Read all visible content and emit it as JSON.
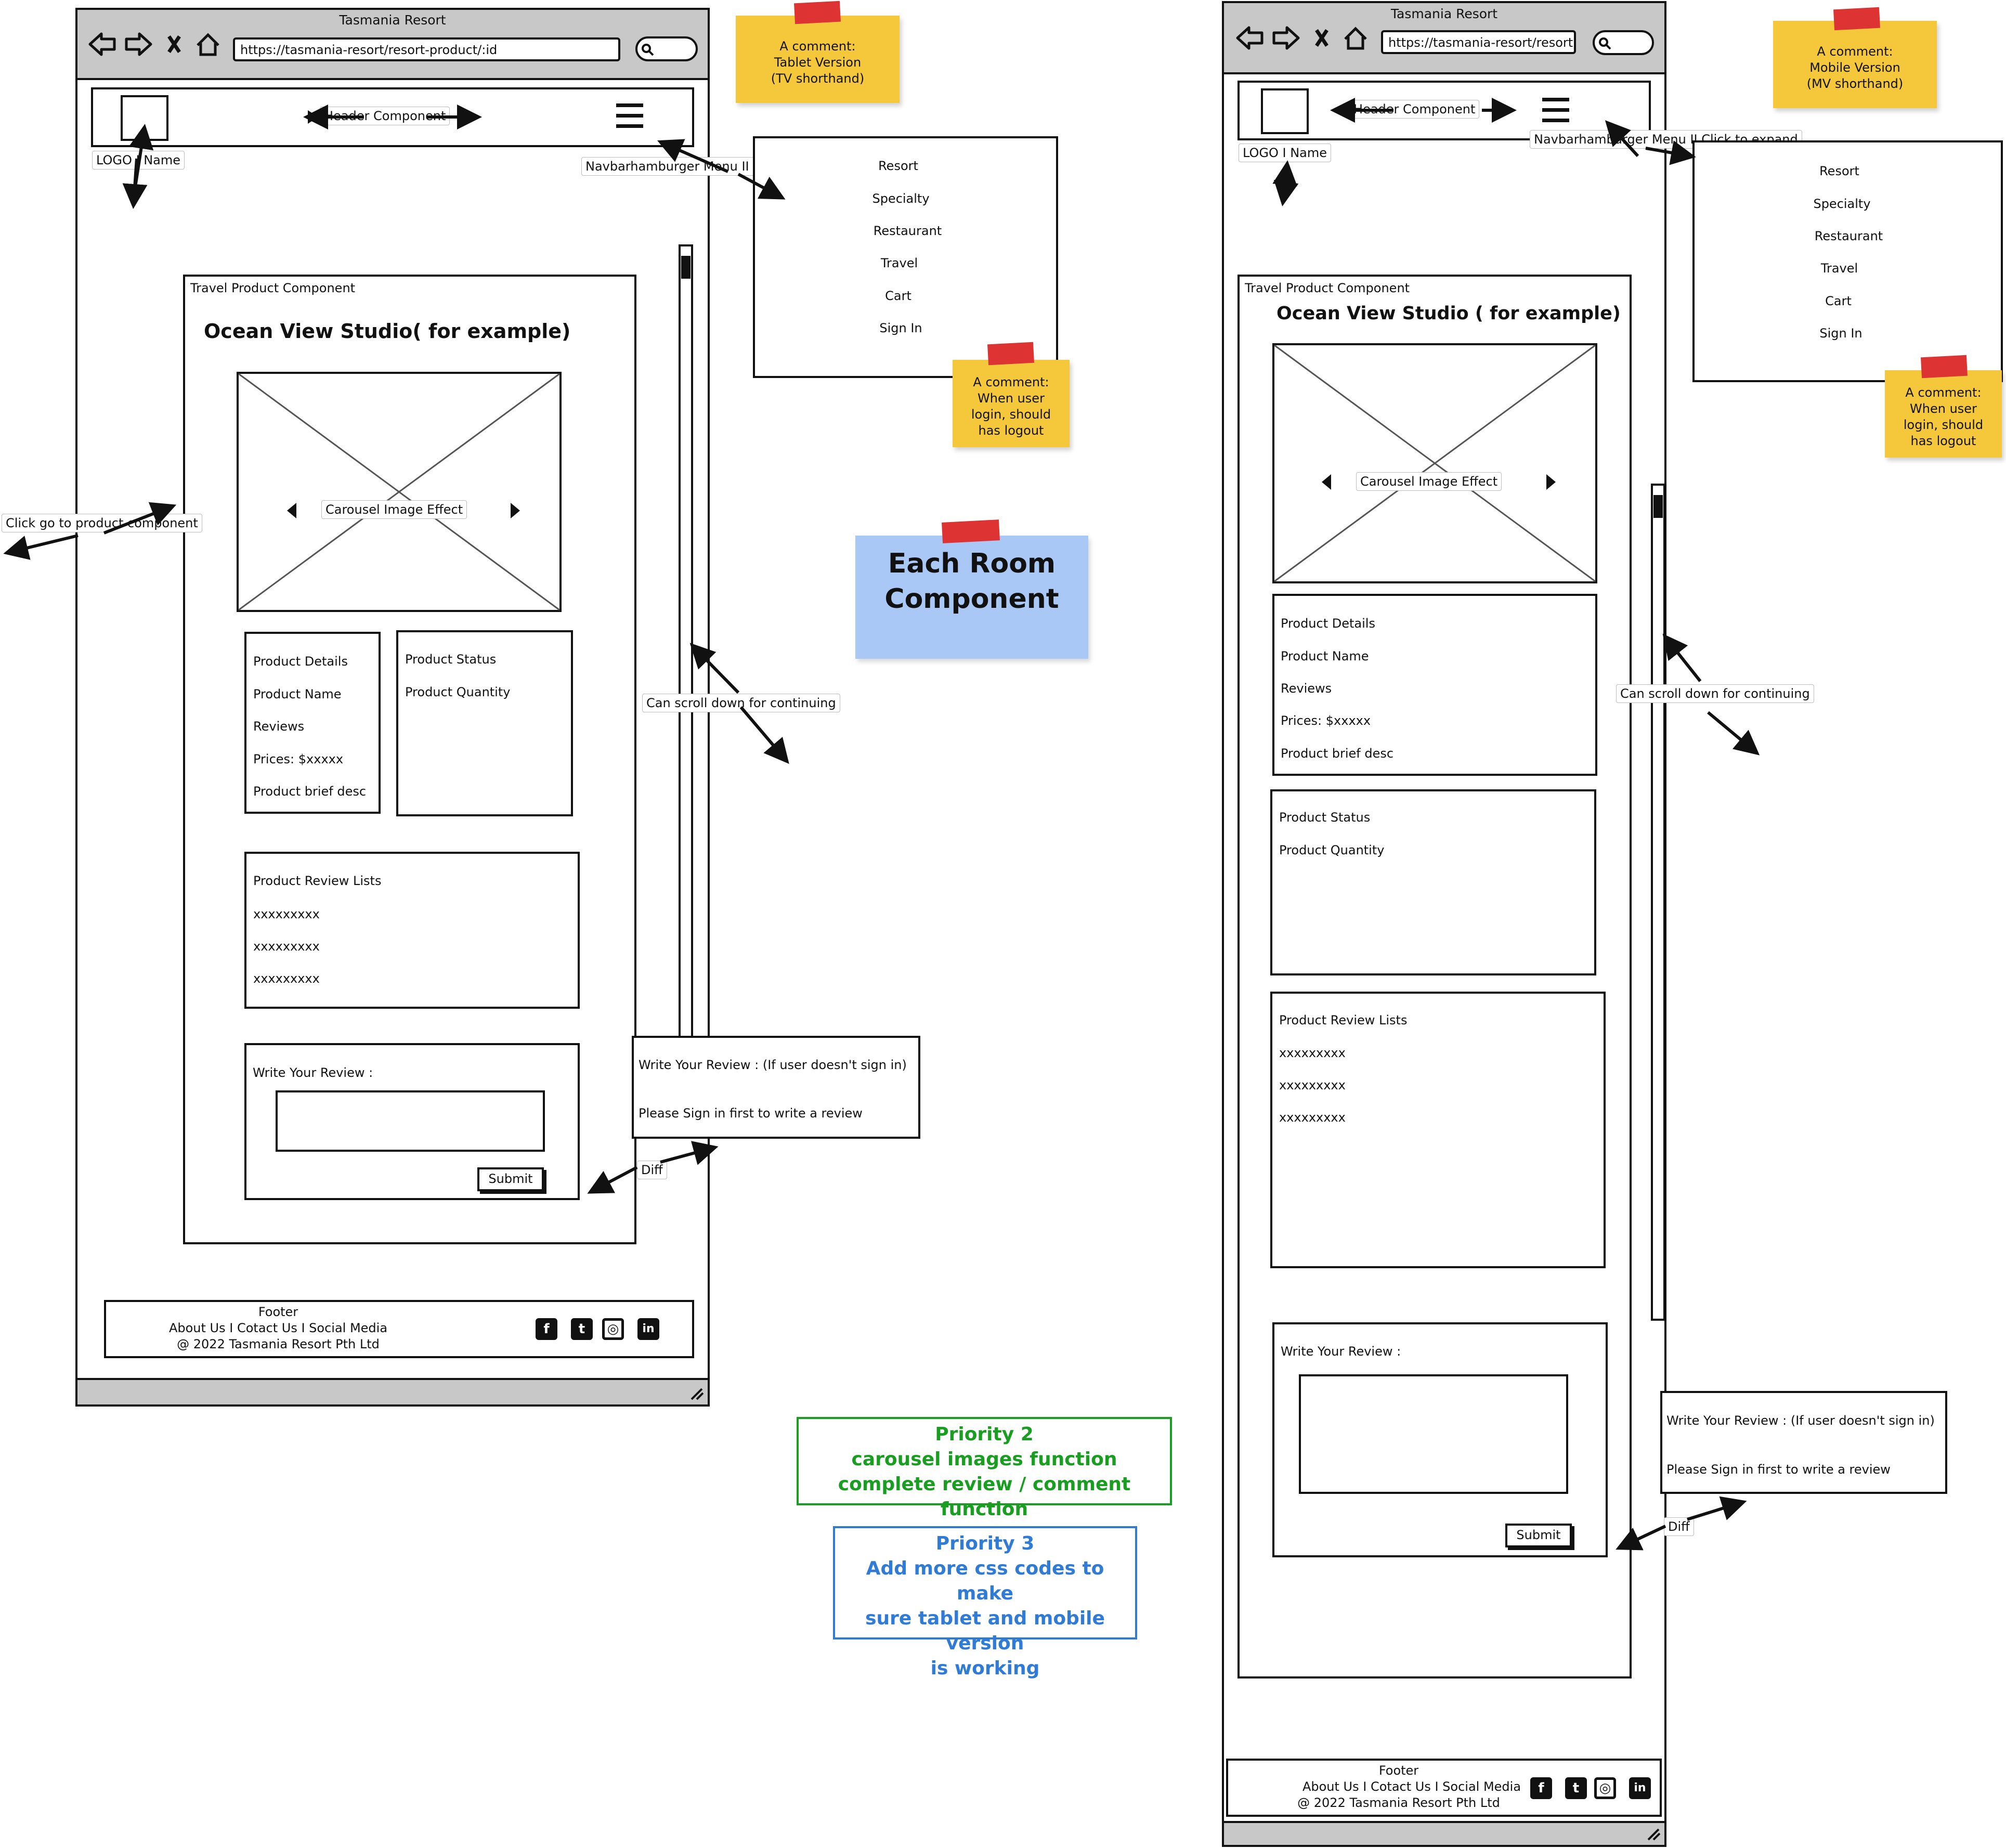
{
  "tablet": {
    "window_title": "Tasmania Resort",
    "url": "https://tasmania-resort/resort-product/:id",
    "header_label": "Header Component",
    "logo_label": "LOGO I Name",
    "navbar_label": "Navbarhamburger Menu II Click to expand",
    "product_component_label": "Travel Product Component",
    "product_title": "Ocean View Studio( for example)",
    "carousel_label": "Carousel Image Effect",
    "details": [
      "Product Details",
      "Product Name",
      "Reviews",
      "Prices: $xxxxx",
      "Product brief desc"
    ],
    "status": [
      "Product Status",
      "Product  Quantity"
    ],
    "reviews_title": "Product Review Lists",
    "reviews": [
      "xxxxxxxxx",
      "xxxxxxxxx",
      "xxxxxxxxx"
    ],
    "write_review_label": "Write Your Review :",
    "submit_label": "Submit",
    "scroll_note": "Can scroll down for continuing",
    "diff_label": "Diff",
    "click_go_label": "Click go to product component",
    "alt_review_title": "Write Your Review : (If user doesn't sign in)",
    "alt_review_msg": "Please Sign in first to write a review",
    "footer_title": "Footer",
    "footer_links": "About Us  I  Cotact Us  I  Social Media",
    "footer_copy": "@ 2022 Tasmania Resort Pth Ltd",
    "menu": [
      "Resort",
      "Specialty",
      "Restaurant",
      "Travel",
      "Cart",
      "Sign In"
    ],
    "sticky_version": [
      "A comment:",
      "Tablet Version",
      "(TV shorthand)"
    ],
    "sticky_logout": [
      "A comment:",
      "When user",
      "login, should",
      "has logout"
    ]
  },
  "mobile": {
    "window_title": "Tasmania Resort",
    "url": "https://tasmania-resort/resort",
    "header_label": "Header Component",
    "logo_label": "LOGO I Name",
    "navbar_label": "Navbarhamburger Menu II Click to expand",
    "product_component_label": "Travel Product Component",
    "product_title": "Ocean View Studio ( for example)",
    "carousel_label": "Carousel Image Effect",
    "details": [
      "Product Details",
      "Product Name",
      "Reviews",
      "Prices: $xxxxx",
      "Product brief desc"
    ],
    "status": [
      "Product Status",
      "Product  Quantity"
    ],
    "reviews_title": "Product Review Lists",
    "reviews": [
      "xxxxxxxxx",
      "xxxxxxxxx",
      "xxxxxxxxx"
    ],
    "write_review_label": "Write Your Review :",
    "submit_label": "Submit",
    "scroll_note": "Can scroll down for continuing",
    "diff_label": "Diff",
    "alt_review_title": "Write Your Review : (If user doesn't sign in)",
    "alt_review_msg": "Please Sign in first to write a review",
    "footer_title": "Footer",
    "footer_links": "About Us  I  Cotact Us  I  Social Media",
    "footer_copy": "@ 2022 Tasmania Resort Pth Ltd",
    "menu": [
      "Resort",
      "Specialty",
      "Restaurant",
      "Travel",
      "Cart",
      "Sign In"
    ],
    "sticky_version": [
      "A comment:",
      "Mobile Version",
      "(MV shorthand)"
    ],
    "sticky_logout": [
      "A comment:",
      "When user",
      "login, should",
      "has logout"
    ]
  },
  "room_component": [
    "Each Room",
    "Component"
  ],
  "priority2": [
    "Priority 2",
    "carousel images function",
    "complete review / comment function"
  ],
  "priority3": [
    "Priority 3",
    "Add more css codes to make",
    "sure tablet and mobile version",
    "is working"
  ],
  "social_icons": [
    "facebook-icon",
    "twitter-icon",
    "instagram-icon",
    "linkedin-icon"
  ]
}
